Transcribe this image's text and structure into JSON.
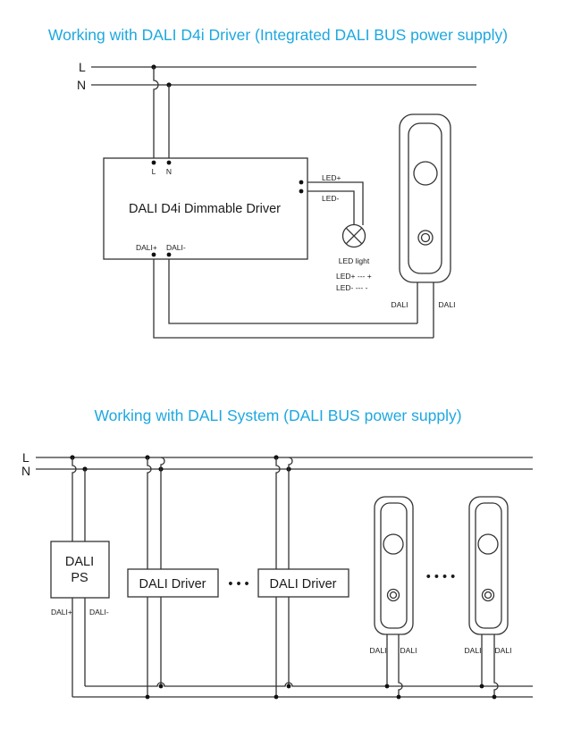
{
  "diagram1": {
    "title": "Working with DALI D4i Driver (Integrated DALI BUS power supply)",
    "line_L": "L",
    "line_N": "N",
    "driver_label": "DALI D4i Dimmable Driver",
    "driver_L": "L",
    "driver_N": "N",
    "driver_led_plus": "LED+",
    "driver_led_minus": "LED-",
    "driver_dali_plus": "DALI+",
    "driver_dali_minus": "DALI-",
    "led_light_label": "LED light",
    "legend_led_plus": "LED+ --- +",
    "legend_led_minus": "LED- --- -",
    "sensor_dali_left": "DALI",
    "sensor_dali_right": "DALI"
  },
  "diagram2": {
    "title": "Working with DALI System (DALI BUS power supply)",
    "line_L": "L",
    "line_N": "N",
    "ps_label_line1": "DALI",
    "ps_label_line2": "PS",
    "ps_dali_plus": "DALI+",
    "ps_dali_minus": "DALI-",
    "driver1_label": "DALI Driver",
    "driver2_label": "DALI Driver",
    "driver_ellipsis": "• • •",
    "sensor_ellipsis": "• • • •",
    "sensor1_dali_left": "DALI",
    "sensor1_dali_right": "DALI",
    "sensor2_dali_left": "DALI",
    "sensor2_dali_right": "DALI"
  },
  "colors": {
    "title": "#1ea8e0",
    "wire": "#333333"
  }
}
